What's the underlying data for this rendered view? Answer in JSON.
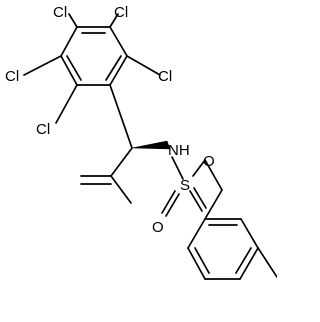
{
  "molecule": {
    "atom_labels": {
      "cl_top_left": "Cl",
      "cl_top_right": "Cl",
      "cl_left": "Cl",
      "cl_right": "Cl",
      "cl_bottom_left": "Cl",
      "nitrogen_h": "NH",
      "sulfur": "S",
      "oxygen_left": "O",
      "oxygen_right": "O"
    },
    "colors": {
      "bond": "#000000",
      "background": "#ffffff"
    }
  }
}
